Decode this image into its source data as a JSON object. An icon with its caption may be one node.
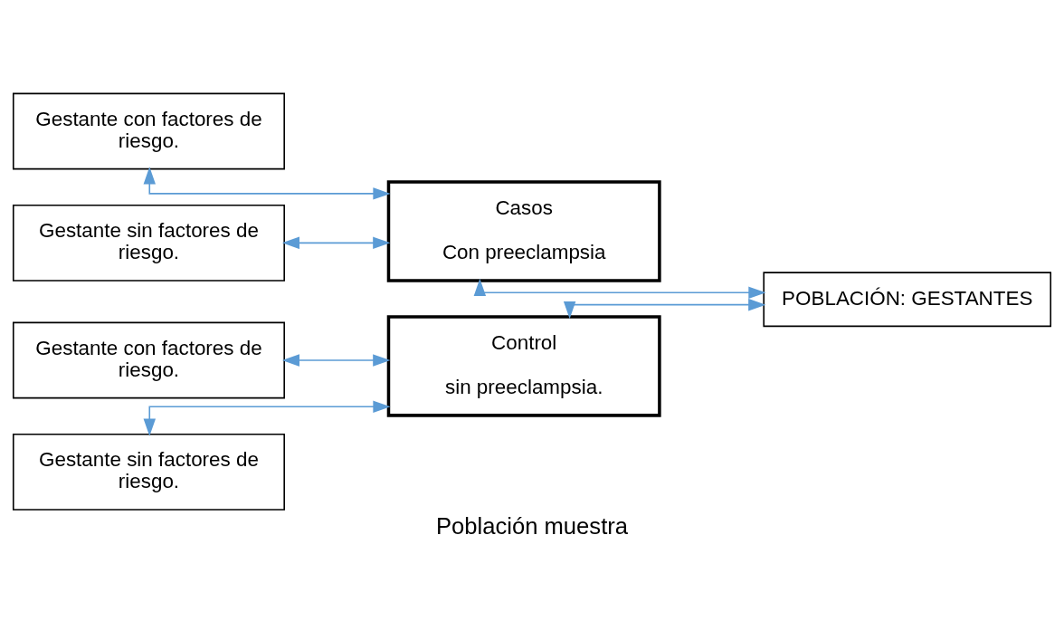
{
  "diagram": {
    "caption": "Población muestra",
    "nodes": [
      {
        "text": [
          "Gestante con factores de riesgo."
        ]
      },
      {
        "text": [
          "Casos",
          "Con preeclampsia"
        ]
      },
      {
        "text": [
          "Gestante sin factores de riesgo."
        ]
      },
      {
        "text": [
          "POBLACIÓN: GESTANTES"
        ]
      },
      {
        "text": [
          "Gestante con factores de riesgo."
        ]
      },
      {
        "text": [
          "Control",
          "sin preeclampsia."
        ]
      },
      {
        "text": [
          "Gestante sin factores de riesgo."
        ]
      }
    ],
    "edges": [
      {
        "from": 0,
        "to": 1,
        "arrow": "both"
      },
      {
        "from": 2,
        "to": 1,
        "arrow": "both"
      },
      {
        "from": 1,
        "to": 3,
        "arrow": "both"
      },
      {
        "from": 4,
        "to": 5,
        "arrow": "both"
      },
      {
        "from": 6,
        "to": 5,
        "arrow": "both"
      },
      {
        "from": 5,
        "to": 3,
        "arrow": "both"
      }
    ]
  }
}
